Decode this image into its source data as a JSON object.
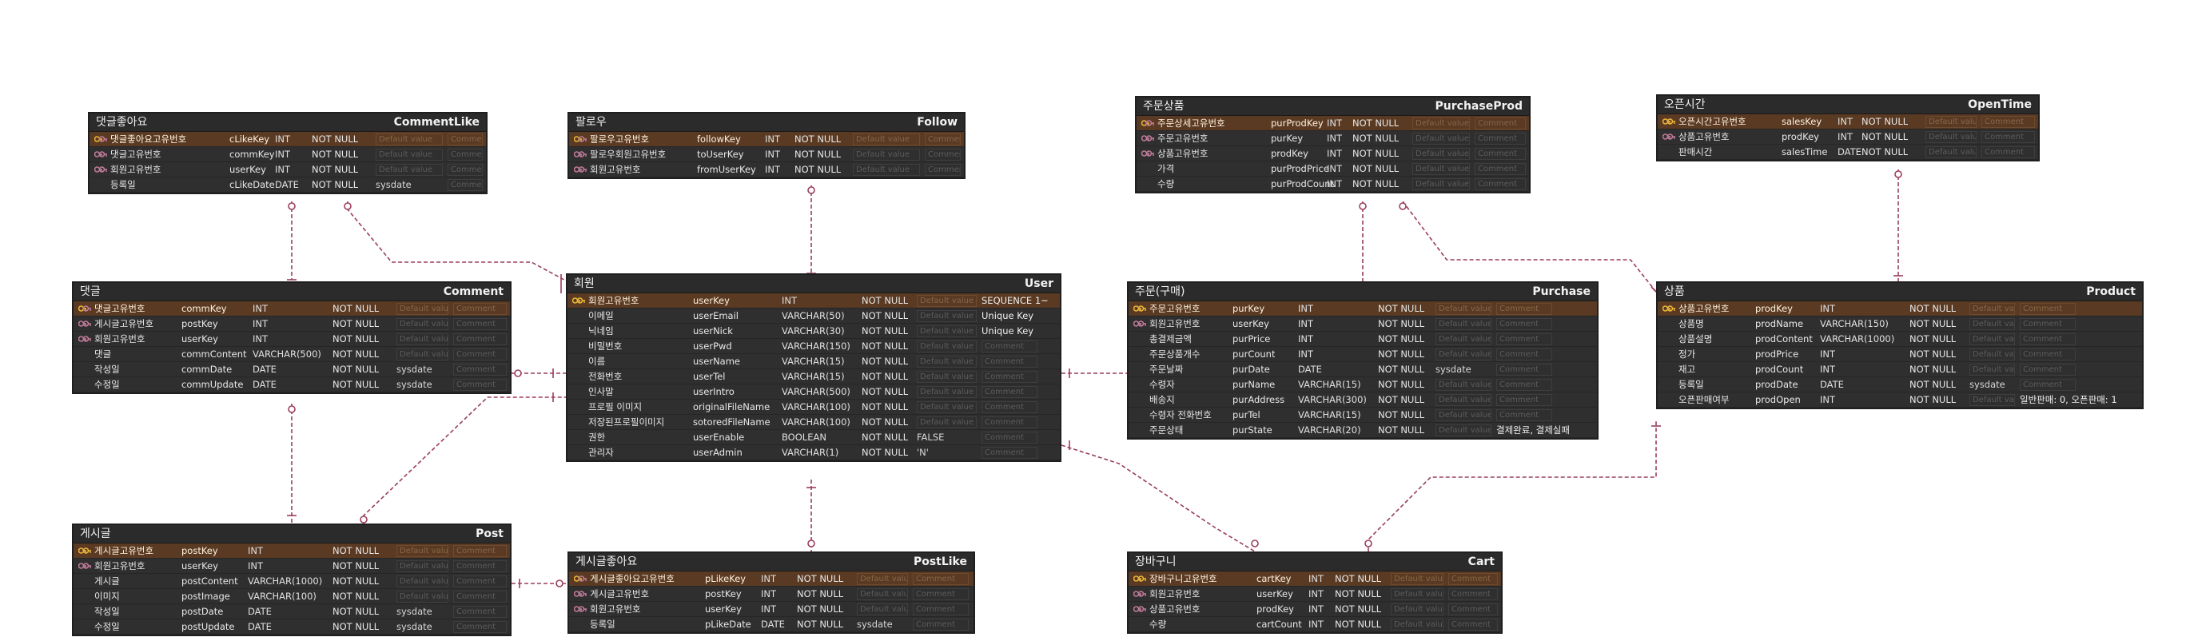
{
  "colors": {
    "table_bg": "#2f2f2f",
    "pk_row": "#5a3a22",
    "pk_icon": "#e8b53a",
    "fk_icon": "#c07a98",
    "relation_line": "#9a3e5c"
  },
  "placeholders": {
    "default": "Default value",
    "comment": "Comment"
  },
  "tables": [
    {
      "id": "commentlike",
      "kor": "댓글좋아요",
      "eng": "CommentLike",
      "rows": [
        {
          "icon": "pk-fk",
          "kor": "댓글좋아요고유번호",
          "col": "cLikeKey",
          "type": "INT",
          "nn": "NOT NULL",
          "def": "",
          "cm": ""
        },
        {
          "icon": "fk",
          "kor": "댓글고유번호",
          "col": "commKey",
          "type": "INT",
          "nn": "NOT NULL",
          "def": "",
          "cm": ""
        },
        {
          "icon": "fk",
          "kor": "회원고유번호",
          "col": "userKey",
          "type": "INT",
          "nn": "NOT NULL",
          "def": "",
          "cm": ""
        },
        {
          "icon": "",
          "kor": "등록일",
          "col": "cLikeDate",
          "type": "DATE",
          "nn": "NOT NULL",
          "def": "sysdate",
          "cm": ""
        }
      ]
    },
    {
      "id": "follow",
      "kor": "팔로우",
      "eng": "Follow",
      "rows": [
        {
          "icon": "pk-fk",
          "kor": "팔로우고유번호",
          "col": "followKey",
          "type": "INT",
          "nn": "NOT NULL",
          "def": "",
          "cm": ""
        },
        {
          "icon": "fk",
          "kor": "팔로우회원고유번호",
          "col": "toUserKey",
          "type": "INT",
          "nn": "NOT NULL",
          "def": "",
          "cm": ""
        },
        {
          "icon": "fk",
          "kor": "회원고유번호",
          "col": "fromUserKey",
          "type": "INT",
          "nn": "NOT NULL",
          "def": "",
          "cm": ""
        }
      ]
    },
    {
      "id": "purchaseprod",
      "kor": "주문상품",
      "eng": "PurchaseProd",
      "rows": [
        {
          "icon": "pk-fk",
          "kor": "주문상세고유번호",
          "col": "purProdKey",
          "type": "INT",
          "nn": "NOT NULL",
          "def": "",
          "cm": ""
        },
        {
          "icon": "fk",
          "kor": "주문고유번호",
          "col": "purKey",
          "type": "INT",
          "nn": "NOT NULL",
          "def": "",
          "cm": ""
        },
        {
          "icon": "fk",
          "kor": "상품고유번호",
          "col": "prodKey",
          "type": "INT",
          "nn": "NOT NULL",
          "def": "",
          "cm": ""
        },
        {
          "icon": "",
          "kor": "가격",
          "col": "purProdPrice",
          "type": "INT",
          "nn": "NOT NULL",
          "def": "",
          "cm": ""
        },
        {
          "icon": "",
          "kor": "수량",
          "col": "purProdCount",
          "type": "INT",
          "nn": "NOT NULL",
          "def": "",
          "cm": ""
        }
      ]
    },
    {
      "id": "opentime",
      "kor": "오픈시간",
      "eng": "OpenTime",
      "rows": [
        {
          "icon": "pk",
          "kor": "오픈시간고유번호",
          "col": "salesKey",
          "type": "INT",
          "nn": "NOT NULL",
          "def": "",
          "cm": ""
        },
        {
          "icon": "fk",
          "kor": "상품고유번호",
          "col": "prodKey",
          "type": "INT",
          "nn": "NOT NULL",
          "def": "",
          "cm": ""
        },
        {
          "icon": "",
          "kor": "판매시간",
          "col": "salesTime",
          "type": "DATE",
          "nn": "NOT NULL",
          "def": "",
          "cm": ""
        }
      ]
    },
    {
      "id": "comment",
      "kor": "댓글",
      "eng": "Comment",
      "rows": [
        {
          "icon": "pk-fk",
          "kor": "댓글고유번호",
          "col": "commKey",
          "type": "INT",
          "nn": "NOT NULL",
          "def": "",
          "cm": ""
        },
        {
          "icon": "fk",
          "kor": "게시글고유번호",
          "col": "postKey",
          "type": "INT",
          "nn": "NOT NULL",
          "def": "",
          "cm": ""
        },
        {
          "icon": "fk",
          "kor": "회원고유번호",
          "col": "userKey",
          "type": "INT",
          "nn": "NOT NULL",
          "def": "",
          "cm": ""
        },
        {
          "icon": "",
          "kor": "댓글",
          "col": "commContent",
          "type": "VARCHAR(500)",
          "nn": "NOT NULL",
          "def": "",
          "cm": ""
        },
        {
          "icon": "",
          "kor": "작성일",
          "col": "commDate",
          "type": "DATE",
          "nn": "NOT NULL",
          "def": "sysdate",
          "cm": ""
        },
        {
          "icon": "",
          "kor": "수정일",
          "col": "commUpdate",
          "type": "DATE",
          "nn": "NOT NULL",
          "def": "sysdate",
          "cm": ""
        }
      ]
    },
    {
      "id": "user",
      "kor": "회원",
      "eng": "User",
      "rows": [
        {
          "icon": "pk",
          "kor": "회원고유번호",
          "col": "userKey",
          "type": "INT",
          "nn": "NOT NULL",
          "def": "",
          "cm": "SEQUENCE 1~"
        },
        {
          "icon": "",
          "kor": "이메일",
          "col": "userEmail",
          "type": "VARCHAR(50)",
          "nn": "NOT NULL",
          "def": "",
          "cm": "Unique Key"
        },
        {
          "icon": "",
          "kor": "닉네임",
          "col": "userNick",
          "type": "VARCHAR(30)",
          "nn": "NOT NULL",
          "def": "",
          "cm": "Unique Key"
        },
        {
          "icon": "",
          "kor": "비밀번호",
          "col": "userPwd",
          "type": "VARCHAR(150)",
          "nn": "NOT NULL",
          "def": "",
          "cm": ""
        },
        {
          "icon": "",
          "kor": "이름",
          "col": "userName",
          "type": "VARCHAR(15)",
          "nn": "NOT NULL",
          "def": "",
          "cm": ""
        },
        {
          "icon": "",
          "kor": "전화번호",
          "col": "userTel",
          "type": "VARCHAR(15)",
          "nn": "NOT NULL",
          "def": "",
          "cm": ""
        },
        {
          "icon": "",
          "kor": "인사말",
          "col": "userIntro",
          "type": "VARCHAR(500)",
          "nn": "NOT NULL",
          "def": "",
          "cm": ""
        },
        {
          "icon": "",
          "kor": "프로필 이미지",
          "col": "originalFileName",
          "type": "VARCHAR(100)",
          "nn": "NOT NULL",
          "def": "",
          "cm": ""
        },
        {
          "icon": "",
          "kor": "저장된프로필이미지",
          "col": "sotoredFileName",
          "type": "VARCHAR(100)",
          "nn": "NOT NULL",
          "def": "",
          "cm": ""
        },
        {
          "icon": "",
          "kor": "권한",
          "col": "userEnable",
          "type": "BOOLEAN",
          "nn": "NOT NULL",
          "def": "FALSE",
          "cm": ""
        },
        {
          "icon": "",
          "kor": "관리자",
          "col": "userAdmin",
          "type": "VARCHAR(1)",
          "nn": "NOT NULL",
          "def": "'N'",
          "cm": ""
        }
      ]
    },
    {
      "id": "purchase",
      "kor": "주문(구매)",
      "eng": "Purchase",
      "rows": [
        {
          "icon": "pk",
          "kor": "주문고유번호",
          "col": "purKey",
          "type": "INT",
          "nn": "NOT NULL",
          "def": "",
          "cm": ""
        },
        {
          "icon": "fk",
          "kor": "회원고유번호",
          "col": "userKey",
          "type": "INT",
          "nn": "NOT NULL",
          "def": "",
          "cm": ""
        },
        {
          "icon": "",
          "kor": "총결제금액",
          "col": "purPrice",
          "type": "INT",
          "nn": "NOT NULL",
          "def": "",
          "cm": ""
        },
        {
          "icon": "",
          "kor": "주문상품개수",
          "col": "purCount",
          "type": "INT",
          "nn": "NOT NULL",
          "def": "",
          "cm": ""
        },
        {
          "icon": "",
          "kor": "주문날짜",
          "col": "purDate",
          "type": "DATE",
          "nn": "NOT NULL",
          "def": "sysdate",
          "cm": ""
        },
        {
          "icon": "",
          "kor": "수령자",
          "col": "purName",
          "type": "VARCHAR(15)",
          "nn": "NOT NULL",
          "def": "",
          "cm": ""
        },
        {
          "icon": "",
          "kor": "배송지",
          "col": "purAddress",
          "type": "VARCHAR(300)",
          "nn": "NOT NULL",
          "def": "",
          "cm": ""
        },
        {
          "icon": "",
          "kor": "수령자 전화번호",
          "col": "purTel",
          "type": "VARCHAR(15)",
          "nn": "NOT NULL",
          "def": "",
          "cm": ""
        },
        {
          "icon": "",
          "kor": "주문상태",
          "col": "purState",
          "type": "VARCHAR(20)",
          "nn": "NOT NULL",
          "def": "",
          "cm": "결제완료, 결제실패"
        }
      ]
    },
    {
      "id": "product",
      "kor": "상품",
      "eng": "Product",
      "rows": [
        {
          "icon": "pk",
          "kor": "상품고유번호",
          "col": "prodKey",
          "type": "INT",
          "nn": "NOT NULL",
          "def": "",
          "cm": ""
        },
        {
          "icon": "",
          "kor": "상품명",
          "col": "prodName",
          "type": "VARCHAR(150)",
          "nn": "NOT NULL",
          "def": "",
          "cm": ""
        },
        {
          "icon": "",
          "kor": "상품설명",
          "col": "prodContent",
          "type": "VARCHAR(1000)",
          "nn": "NOT NULL",
          "def": "",
          "cm": ""
        },
        {
          "icon": "",
          "kor": "정가",
          "col": "prodPrice",
          "type": "INT",
          "nn": "NOT NULL",
          "def": "",
          "cm": ""
        },
        {
          "icon": "",
          "kor": "재고",
          "col": "prodCount",
          "type": "INT",
          "nn": "NOT NULL",
          "def": "",
          "cm": ""
        },
        {
          "icon": "",
          "kor": "등록일",
          "col": "prodDate",
          "type": "DATE",
          "nn": "NOT NULL",
          "def": "sysdate",
          "cm": ""
        },
        {
          "icon": "",
          "kor": "오픈판매여부",
          "col": "prodOpen",
          "type": "INT",
          "nn": "NOT NULL",
          "def": "",
          "cm": "일반판매: 0, 오픈판매: 1"
        }
      ]
    },
    {
      "id": "post",
      "kor": "게시글",
      "eng": "Post",
      "rows": [
        {
          "icon": "pk",
          "kor": "게시글고유번호",
          "col": "postKey",
          "type": "INT",
          "nn": "NOT NULL",
          "def": "",
          "cm": ""
        },
        {
          "icon": "fk",
          "kor": "회원고유번호",
          "col": "userKey",
          "type": "INT",
          "nn": "NOT NULL",
          "def": "",
          "cm": ""
        },
        {
          "icon": "",
          "kor": "게시글",
          "col": "postContent",
          "type": "VARCHAR(1000)",
          "nn": "NOT NULL",
          "def": "",
          "cm": ""
        },
        {
          "icon": "",
          "kor": "이미지",
          "col": "postImage",
          "type": "VARCHAR(100)",
          "nn": "NOT NULL",
          "def": "",
          "cm": ""
        },
        {
          "icon": "",
          "kor": "작성일",
          "col": "postDate",
          "type": "DATE",
          "nn": "NOT NULL",
          "def": "sysdate",
          "cm": ""
        },
        {
          "icon": "",
          "kor": "수정일",
          "col": "postUpdate",
          "type": "DATE",
          "nn": "NOT NULL",
          "def": "sysdate",
          "cm": ""
        }
      ]
    },
    {
      "id": "postlike",
      "kor": "게시글좋아요",
      "eng": "PostLike",
      "rows": [
        {
          "icon": "pk-fk",
          "kor": "게시글좋아요고유번호",
          "col": "pLikeKey",
          "type": "INT",
          "nn": "NOT NULL",
          "def": "",
          "cm": ""
        },
        {
          "icon": "fk",
          "kor": "게시글고유번호",
          "col": "postKey",
          "type": "INT",
          "nn": "NOT NULL",
          "def": "",
          "cm": ""
        },
        {
          "icon": "fk",
          "kor": "회원고유번호",
          "col": "userKey",
          "type": "INT",
          "nn": "NOT NULL",
          "def": "",
          "cm": ""
        },
        {
          "icon": "",
          "kor": "등록일",
          "col": "pLikeDate",
          "type": "DATE",
          "nn": "NOT NULL",
          "def": "sysdate",
          "cm": ""
        }
      ]
    },
    {
      "id": "cart",
      "kor": "장바구니",
      "eng": "Cart",
      "rows": [
        {
          "icon": "pk",
          "kor": "장바구니고유번호",
          "col": "cartKey",
          "type": "INT",
          "nn": "NOT NULL",
          "def": "",
          "cm": ""
        },
        {
          "icon": "fk",
          "kor": "회원고유번호",
          "col": "userKey",
          "type": "INT",
          "nn": "NOT NULL",
          "def": "",
          "cm": ""
        },
        {
          "icon": "fk",
          "kor": "상품고유번호",
          "col": "prodKey",
          "type": "INT",
          "nn": "NOT NULL",
          "def": "",
          "cm": ""
        },
        {
          "icon": "",
          "kor": "수량",
          "col": "cartCount",
          "type": "INT",
          "nn": "NOT NULL",
          "def": "",
          "cm": ""
        }
      ]
    }
  ]
}
